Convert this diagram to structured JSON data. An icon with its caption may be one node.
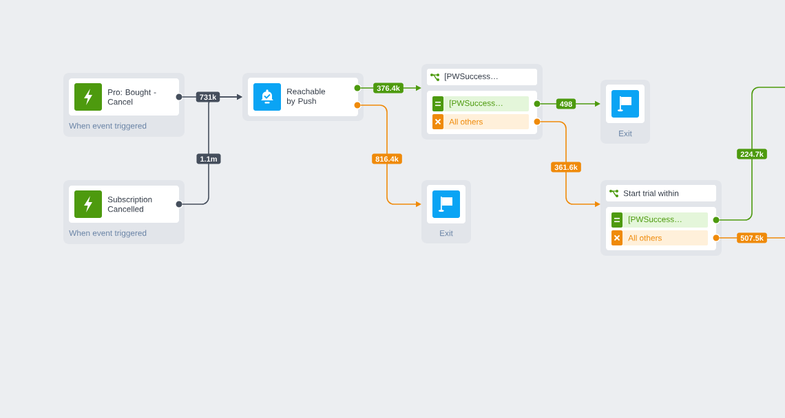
{
  "diagram": {
    "nodes": [
      {
        "text": [
          "When event triggered"
        ]
      },
      {
        "text": [
          "Pro: Bought - Cancel"
        ],
        "in": 0
      },
      {
        "text": [
          "When event triggered"
        ]
      },
      {
        "text": [
          "Subscription Cancelled"
        ],
        "in": 2
      },
      {
        "text": [
          "Reachable by Push"
        ]
      },
      {
        "text": [
          "[PWSuccess…"
        ]
      },
      {
        "text": [],
        "shape": "box",
        "in": 5
      },
      {
        "text": [
          "[PWSuccess…"
        ],
        "in": 6
      },
      {
        "text": [
          "All others"
        ],
        "in": 6
      },
      {
        "text": [
          "Exit"
        ]
      },
      {
        "text": [
          "Exit"
        ]
      },
      {
        "text": [
          "Start trial within"
        ]
      },
      {
        "text": [],
        "shape": "box",
        "in": 11
      },
      {
        "text": [
          "[PWSuccess…"
        ],
        "in": 12
      },
      {
        "text": [
          "All others"
        ],
        "in": 12
      }
    ],
    "edges": [
      {
        "from": 1,
        "to": 4,
        "arrow": "to",
        "label": "731k",
        "color": "#454e5c"
      },
      {
        "from": 3,
        "to": 4,
        "arrow": "to",
        "label": "1.1m",
        "color": "#454e5c"
      },
      {
        "from": 4,
        "to": 5,
        "arrow": "to",
        "label": "376.4k",
        "color": "#4d9a0e"
      },
      {
        "from": 4,
        "to": 10,
        "arrow": "to",
        "label": "816.4k",
        "color": "#ef8a0a"
      },
      {
        "from": 7,
        "to": 9,
        "arrow": "to",
        "label": "498",
        "color": "#4d9a0e"
      },
      {
        "from": 8,
        "to": 11,
        "arrow": "to",
        "label": "361.6k",
        "color": "#ef8a0a"
      },
      {
        "from": 13,
        "to": null,
        "arrow": "none",
        "label": "224.7k",
        "color": "#4d9a0e"
      },
      {
        "from": 14,
        "to": null,
        "arrow": "none",
        "label": "507.5k",
        "color": "#ef8a0a"
      }
    ]
  }
}
